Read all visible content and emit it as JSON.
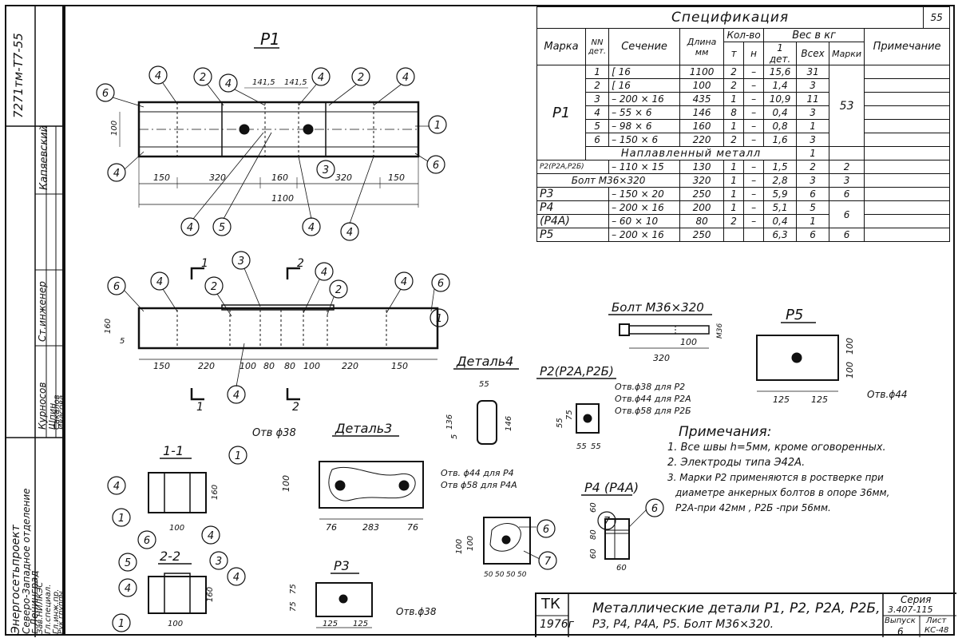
{
  "sheet_number": "55",
  "stamp": {
    "doc_code": "7271тм-Т7-55",
    "org_name": "Энергосетьпроект",
    "org_branch": "Северо-Западное отделение",
    "org_city": "г.Ленинград",
    "roles": [
      "Зав.НИЛКЭС",
      "Гл.специал.",
      "Гл.инж.пр.",
      "Рук.группы",
      "Ст.инженер"
    ],
    "people": [
      "Курносов",
      "Шпин",
      "Сакалов",
      "Ивасова",
      "Капяевский"
    ]
  },
  "spec": {
    "title": "Спецификация",
    "headers": {
      "mark": "Марка",
      "nn": "NN дет.",
      "section": "Сечение",
      "length": "Длина мм",
      "qty": "Кол-во",
      "qty_t": "т",
      "qty_n": "н",
      "weight": "Вес в кг",
      "w_one": "1 дет.",
      "w_all": "Всех",
      "w_mark": "Марки",
      "note": "Примечание"
    },
    "rows": [
      {
        "mark": "Р1",
        "n": "1",
        "sec": "[ 16",
        "len": "1100",
        "t": "2",
        "h": "–",
        "w1": "15,6",
        "wa": "31",
        "wm": "53"
      },
      {
        "mark": "",
        "n": "2",
        "sec": "[ 16",
        "len": "100",
        "t": "2",
        "h": "–",
        "w1": "1,4",
        "wa": "3",
        "wm": ""
      },
      {
        "mark": "",
        "n": "3",
        "sec": "– 200 × 16",
        "len": "435",
        "t": "1",
        "h": "–",
        "w1": "10,9",
        "wa": "11",
        "wm": ""
      },
      {
        "mark": "",
        "n": "4",
        "sec": "– 55 × 6",
        "len": "146",
        "t": "8",
        "h": "–",
        "w1": "0,4",
        "wa": "3",
        "wm": ""
      },
      {
        "mark": "",
        "n": "5",
        "sec": "– 98 × 6",
        "len": "160",
        "t": "1",
        "h": "–",
        "w1": "0,8",
        "wa": "1",
        "wm": ""
      },
      {
        "mark": "",
        "n": "6",
        "sec": "– 150 × 6",
        "len": "220",
        "t": "2",
        "h": "–",
        "w1": "1,6",
        "wa": "3",
        "wm": ""
      }
    ],
    "weld_row": {
      "label": "Наплавленный металл",
      "wa": "1"
    },
    "rows2": [
      {
        "mark": "Р2(Р2А,Р2Б)",
        "sec": "– 110 × 15",
        "len": "130",
        "t": "1",
        "h": "–",
        "w1": "1,5",
        "wa": "2",
        "wm": "2"
      },
      {
        "mark": "Болт М36×320",
        "sec": "",
        "len": "320",
        "t": "1",
        "h": "–",
        "w1": "2,8",
        "wa": "3",
        "wm": "3"
      },
      {
        "mark": "Р3",
        "sec": "– 150 × 20",
        "len": "250",
        "t": "1",
        "h": "–",
        "w1": "5,9",
        "wa": "6",
        "wm": "6"
      },
      {
        "mark": "Р4",
        "sec": "– 200 × 16",
        "len": "200",
        "t": "1",
        "h": "–",
        "w1": "5,1",
        "wa": "5",
        "wm": "6"
      },
      {
        "mark": "(Р4А)",
        "sec": "– 60 × 10",
        "len": "80",
        "t": "2",
        "h": "–",
        "w1": "0,4",
        "wa": "1",
        "wm": ""
      },
      {
        "mark": "Р5",
        "sec": "– 200 × 16",
        "len": "250",
        "t": "",
        "h": "",
        "w1": "6,3",
        "wa": "6",
        "wm": "6"
      }
    ]
  },
  "drawings": {
    "p1_title": "Р1",
    "p1_dims": [
      "150",
      "320",
      "160",
      "320",
      "150",
      "1100",
      "141,5",
      "141,5",
      "100"
    ],
    "p1b_dims": [
      "150",
      "220",
      "100",
      "80",
      "80",
      "100",
      "220",
      "150",
      "160",
      "5"
    ],
    "section_marks": [
      "1",
      "2",
      "1",
      "2"
    ],
    "s11_title": "1-1",
    "s11_dims": [
      "100",
      "160"
    ],
    "s22_title": "2-2",
    "s22_dims": [
      "100",
      "160"
    ],
    "det4_title": "Деталь4",
    "det4_dims": [
      "55",
      "136",
      "146",
      "5"
    ],
    "det3_title": "Деталь3",
    "det3_hole": "Отв ϕ38",
    "det3_dims": [
      "76",
      "283",
      "76",
      "100"
    ],
    "p2_title": "Р2(Р2А,Р2Б)",
    "p2_notes": [
      "Отв.ϕ38 для Р2",
      "Отв.ϕ44 для Р2А",
      "Отв.ϕ58 для Р2Б"
    ],
    "p2_dims": [
      "55",
      "75",
      "55",
      "55"
    ],
    "bolt_title": "Болт М36×320",
    "bolt_dims": [
      "320",
      "100",
      "М36"
    ],
    "p5_title": "Р5",
    "p5_hole": "Отв.ϕ44",
    "p5_dims": [
      "125",
      "125",
      "100",
      "100"
    ],
    "p4hole_notes": [
      "Отв. ϕ44 для Р4",
      "Отв ϕ58 для Р4А"
    ],
    "p4hole_dims": [
      "50",
      "50",
      "50",
      "50",
      "100",
      "100"
    ],
    "p4_title": "Р4 (Р4А)",
    "p4_dims": [
      "60",
      "80",
      "60",
      "60"
    ],
    "p3_title": "Р3",
    "p3_hole": "Отв.ϕ38",
    "p3_dims": [
      "125",
      "125",
      "75",
      "75"
    ],
    "callouts": [
      "1",
      "2",
      "3",
      "4",
      "5",
      "6",
      "7"
    ]
  },
  "notes": {
    "title": "Примечания:",
    "items": [
      "1. Все швы h=5мм, кроме оговоренных.",
      "2. Электроды типа Э42А.",
      "3. Марки Р2 применяются в ростверке при",
      "диаметре анкерных болтов в опоре 36мм,",
      "Р2А-при 42мм , Р2Б -при 56мм."
    ]
  },
  "title_block": {
    "org": "ТК",
    "year": "1976г",
    "title_line1": "Металлические детали Р1, Р2, Р2А, Р2Б,",
    "title_line2": "Р3, Р4, Р4А, Р5. Болт М36×320.",
    "series_label": "Серия",
    "series": "3.407-115",
    "issue_label": "Выпуск",
    "issue": "6",
    "sheet_label": "Лист",
    "sheet": "КС-48"
  }
}
